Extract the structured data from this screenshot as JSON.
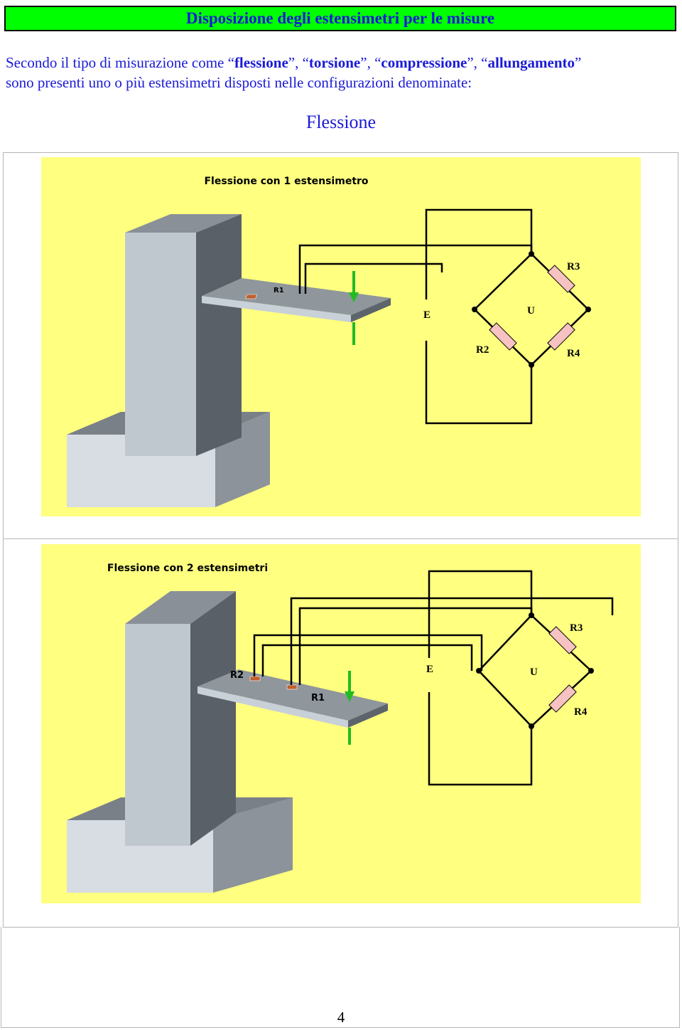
{
  "header": {
    "title": "Disposizione degli estensimetri per le misure"
  },
  "intro": {
    "line1_prefix": "Secondo il tipo di misurazione come ",
    "kw1": "flessione",
    "kw2": "torsione",
    "kw3": "compressione",
    "kw4": "allungamento",
    "line2": "sono presenti uno o più estensimetri disposti nelle configurazioni denominate:"
  },
  "section_title": "Flessione",
  "panel1": {
    "title": "Flessione con 1 estensimetro",
    "labels": {
      "r1": "R1",
      "r2": "R2",
      "r3": "R3",
      "r4": "R4",
      "e": "E",
      "u": "U"
    }
  },
  "panel2": {
    "title": "Flessione con 2 estensimetri",
    "labels": {
      "r1": "R1",
      "r2": "R2",
      "r3": "R3",
      "r4": "R4",
      "e": "E",
      "u": "U"
    }
  },
  "colors": {
    "panel_bg": "#ffff80",
    "header_bg": "#00ff00",
    "title_text": "#1a1ad6",
    "arrow": "#22bb22",
    "resistor": "#f7c2c2"
  },
  "page_number": "4"
}
